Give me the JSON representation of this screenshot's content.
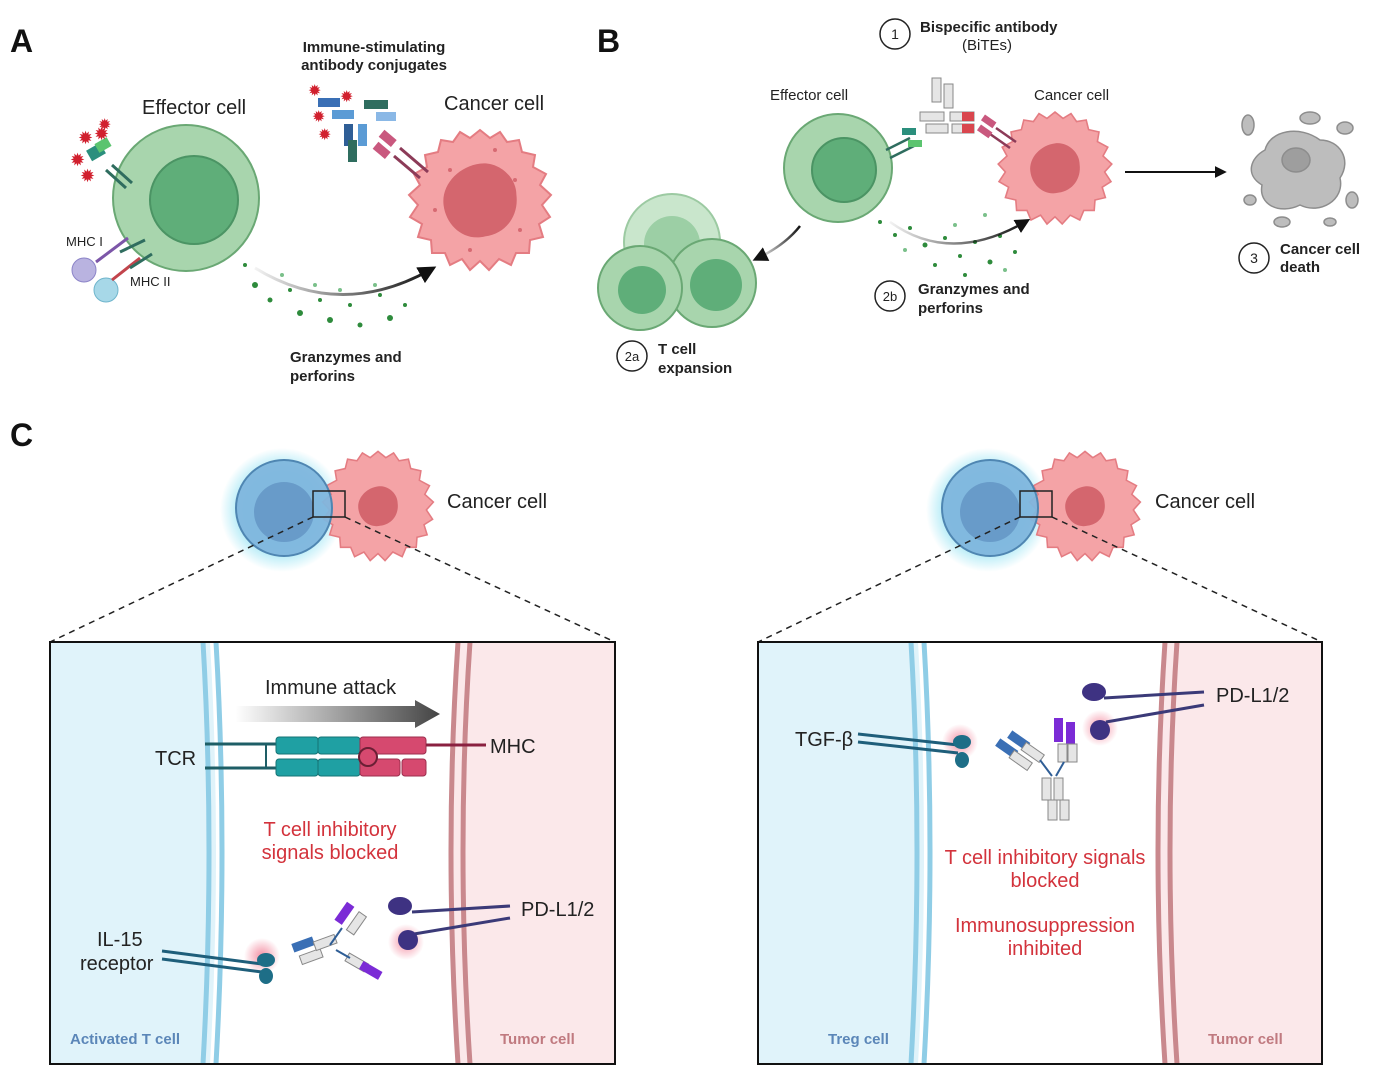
{
  "panels": {
    "a": {
      "letter": "A",
      "effector_label": "Effector cell",
      "cancer_label": "Cancer cell",
      "conjugate_label_1": "Immune-stimulating",
      "conjugate_label_2": "antibody conjugates",
      "mhc1_label": "MHC I",
      "mhc2_label": "MHC II",
      "granzyme_label_1": "Granzymes and",
      "granzyme_label_2": "perforins"
    },
    "b": {
      "letter": "B",
      "step1_num": "1",
      "step1_label_1": "Bispecific antibody",
      "step1_label_2": "(BiTEs)",
      "effector_label": "Effector cell",
      "cancer_label": "Cancer cell",
      "step2a_num": "2a",
      "step2a_label_1": "T cell",
      "step2a_label_2": "expansion",
      "step2b_num": "2b",
      "step2b_label_1": "Granzymes and",
      "step2b_label_2": "perforins",
      "step3_num": "3",
      "step3_label_1": "Cancer cell",
      "step3_label_2": "death"
    },
    "c": {
      "letter": "C",
      "left": {
        "cancer_label": "Cancer cell",
        "attack_label": "Immune attack",
        "tcr_label": "TCR",
        "mhc_label": "MHC",
        "blocked_1": "T cell inhibitory",
        "blocked_2": "signals blocked",
        "il15_label_1": "IL-15",
        "il15_label_2": "receptor",
        "pdl_label": "PD-L1/2",
        "left_cell": "Activated T cell",
        "right_cell": "Tumor cell"
      },
      "right": {
        "cancer_label": "Cancer cell",
        "tgf_label": "TGF-β",
        "pdl_label": "PD-L1/2",
        "blocked_1": "T cell inhibitory signals",
        "blocked_2": "blocked",
        "immuno_1": "Immunosuppression",
        "immuno_2": "inhibited",
        "left_cell": "Treg cell",
        "right_cell": "Tumor cell"
      }
    }
  },
  "colors": {
    "effector_fill": "#a8d5ad",
    "effector_nucleus": "#5fae79",
    "cancer_fill": "#f4a3a6",
    "cancer_nucleus": "#d4666e",
    "tcell_fill": "#e0f3fa",
    "tumor_fill": "#fbe8ea",
    "membrane_blue": "#8fcde6",
    "membrane_red": "#c9888d",
    "text_red": "#d3333c",
    "label_blue": "#5b86b8",
    "label_rose": "#c07a80"
  }
}
